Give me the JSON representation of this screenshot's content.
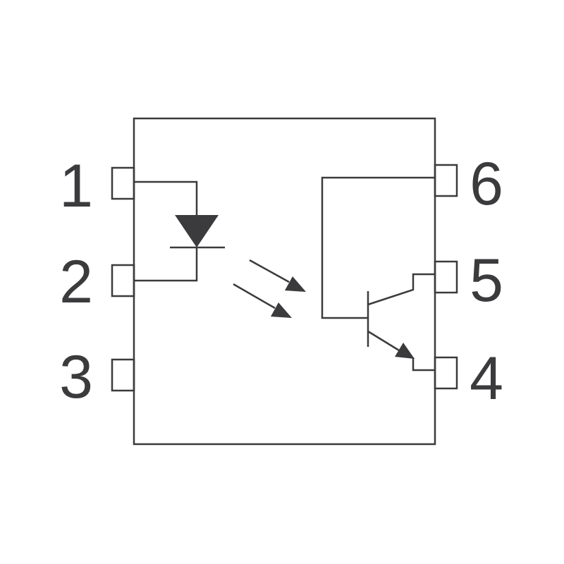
{
  "colors": {
    "ink": "#3b3b3d",
    "background": "#ffffff"
  },
  "pins": {
    "p1": "1",
    "p2": "2",
    "p3": "3",
    "p4": "4",
    "p5": "5",
    "p6": "6"
  }
}
